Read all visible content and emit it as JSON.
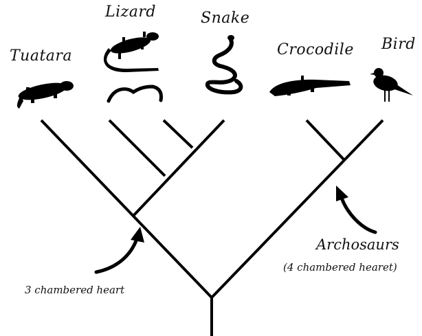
{
  "taxa": {
    "tuatara": "Tuatara",
    "lizard": "Lizard",
    "snake": "Snake",
    "crocodile": "Crocodile",
    "bird": "Bird"
  },
  "annotations": {
    "archosaurs_title": "Archosaurs",
    "archosaurs_note": "(4 chambered hearet)",
    "lepidosaur_note": "3 chambered heart"
  },
  "silhouettes": [
    "tuatara-icon",
    "lizard-icon",
    "amphisbaenian-icon",
    "snake-icon",
    "crocodile-icon",
    "bird-icon"
  ],
  "colors": {
    "ink": "#000000",
    "background": "#ffffff"
  }
}
